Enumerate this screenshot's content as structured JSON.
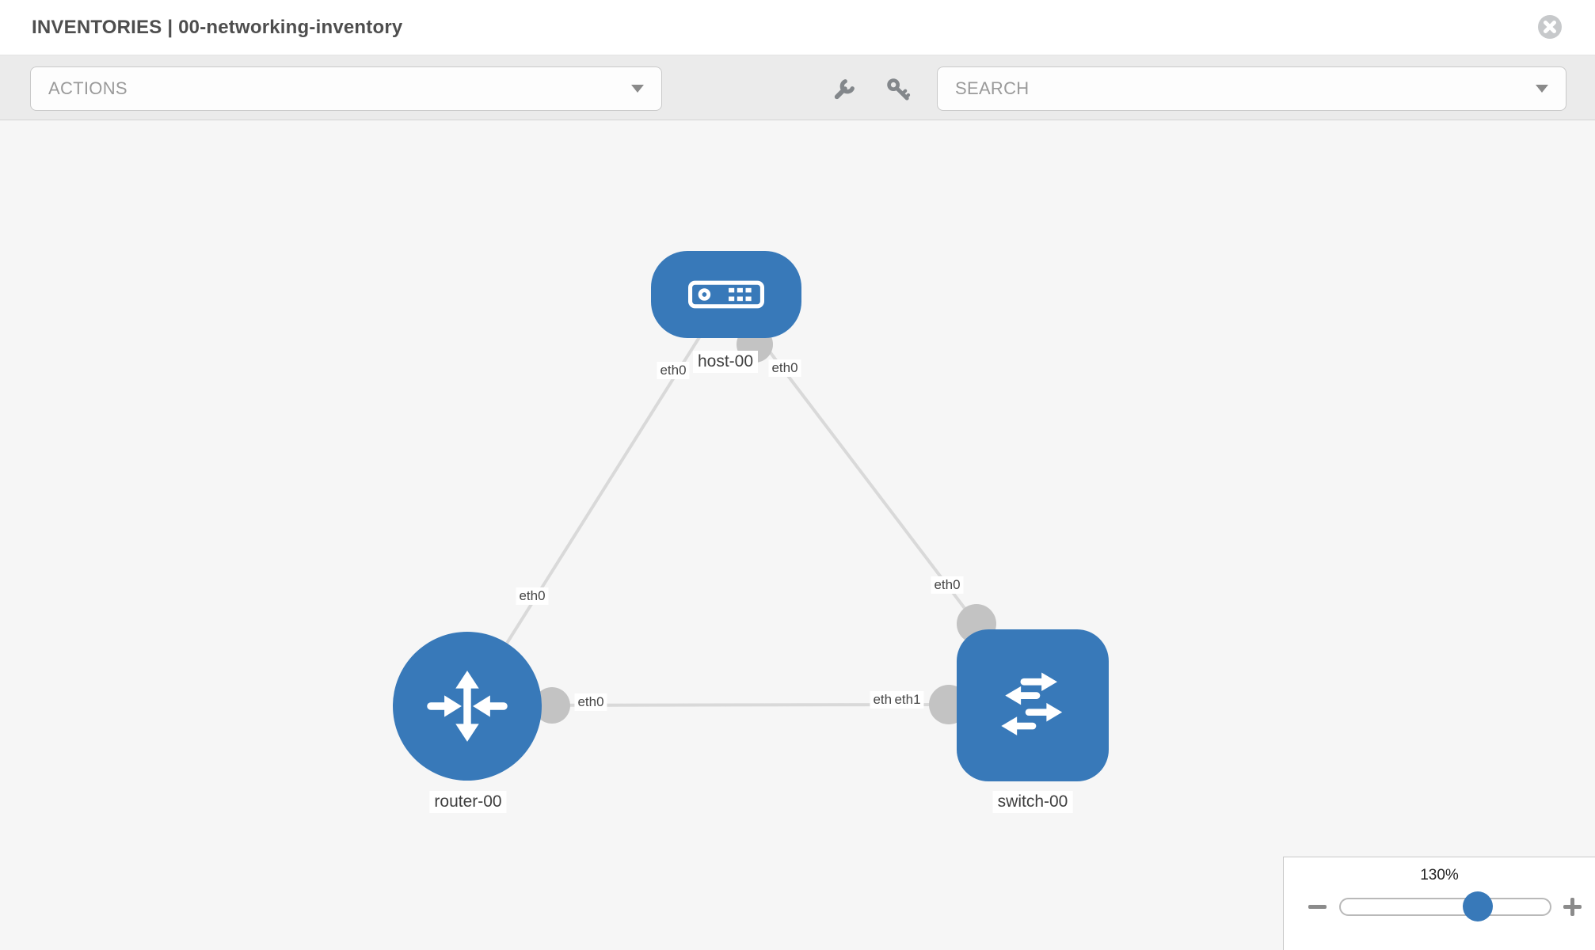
{
  "window": {
    "title": "INVENTORIES | 00-networking-inventory"
  },
  "toolbar": {
    "actions_dropdown": {
      "label": "ACTIONS",
      "icon": "chevron-down"
    },
    "tools": [
      {
        "icon": "wrench"
      },
      {
        "icon": "key"
      }
    ],
    "search_dropdown": {
      "label": "SEARCH",
      "icon": "chevron-down"
    }
  },
  "topology": {
    "nodes": [
      {
        "id": "host-00",
        "label": "host-00",
        "type": "host",
        "icon": "host-icon"
      },
      {
        "id": "router-00",
        "label": "router-00",
        "type": "router",
        "icon": "router-icon"
      },
      {
        "id": "switch-00",
        "label": "switch-00",
        "type": "switch",
        "icon": "switch-icon"
      }
    ],
    "links": [
      {
        "from": "host-00",
        "to": "router-00",
        "from_interface": "eth0",
        "to_interface": "eth0"
      },
      {
        "from": "host-00",
        "to": "switch-00",
        "from_interface": "eth0",
        "to_interface": "eth0"
      },
      {
        "from": "router-00",
        "to": "switch-00",
        "from_interface": "eth0",
        "to_interface": "eth1"
      }
    ],
    "interface_labels": [
      {
        "text": "eth0",
        "at": "host-00 left"
      },
      {
        "text": "eth0",
        "at": "host-00 right"
      },
      {
        "text": "eth0",
        "at": "router-00 top"
      },
      {
        "text": "eth0",
        "at": "switch-00 top"
      },
      {
        "text": "eth0",
        "at": "router-00 right"
      },
      {
        "text": "eth0",
        "at": "switch-00 left (behind)"
      },
      {
        "text": "eth1",
        "at": "switch-00 left (front)"
      }
    ],
    "colors": {
      "node_blue": "#3879b9",
      "port_gray": "#c3c3c3",
      "link_gray": "#d9d9d9",
      "canvas_bg": "#f6f6f6"
    }
  },
  "zoom_control": {
    "level": "130%",
    "zoom_out": "minus",
    "zoom_in": "plus",
    "slider_percent": 64
  }
}
